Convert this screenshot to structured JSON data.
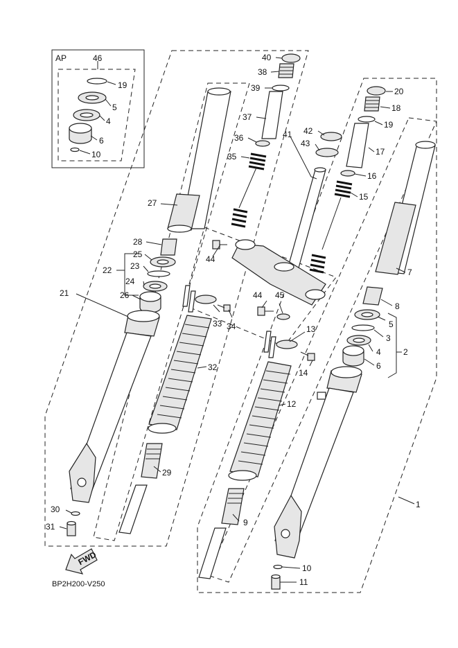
{
  "diagram_code": "BP2H200-V250",
  "kit_box": {
    "label": "AP",
    "group_number": "46"
  },
  "fwd_label": "FWD",
  "callouts": [
    {
      "id": "c40",
      "text": "40"
    },
    {
      "id": "c38",
      "text": "38"
    },
    {
      "id": "c39",
      "text": "39"
    },
    {
      "id": "c37",
      "text": "37"
    },
    {
      "id": "c36",
      "text": "36"
    },
    {
      "id": "c35",
      "text": "35"
    },
    {
      "id": "c41",
      "text": "41"
    },
    {
      "id": "c42",
      "text": "42"
    },
    {
      "id": "c43",
      "text": "43"
    },
    {
      "id": "c20",
      "text": "20"
    },
    {
      "id": "c18",
      "text": "18"
    },
    {
      "id": "c19",
      "text": "19"
    },
    {
      "id": "c17",
      "text": "17"
    },
    {
      "id": "c16",
      "text": "16"
    },
    {
      "id": "c15",
      "text": "15"
    },
    {
      "id": "c27",
      "text": "27"
    },
    {
      "id": "c28",
      "text": "28"
    },
    {
      "id": "c25",
      "text": "25"
    },
    {
      "id": "c23",
      "text": "23"
    },
    {
      "id": "c22",
      "text": "22"
    },
    {
      "id": "c24",
      "text": "24"
    },
    {
      "id": "c26",
      "text": "26"
    },
    {
      "id": "c21",
      "text": "21"
    },
    {
      "id": "c44a",
      "text": "44"
    },
    {
      "id": "c44b",
      "text": "44"
    },
    {
      "id": "c45",
      "text": "45"
    },
    {
      "id": "c33",
      "text": "33"
    },
    {
      "id": "c34",
      "text": "34"
    },
    {
      "id": "c32",
      "text": "32"
    },
    {
      "id": "c13",
      "text": "13"
    },
    {
      "id": "c14",
      "text": "14"
    },
    {
      "id": "c12",
      "text": "12"
    },
    {
      "id": "c7",
      "text": "7"
    },
    {
      "id": "c8",
      "text": "8"
    },
    {
      "id": "c5",
      "text": "5"
    },
    {
      "id": "c3",
      "text": "3"
    },
    {
      "id": "c4",
      "text": "4"
    },
    {
      "id": "c2",
      "text": "2"
    },
    {
      "id": "c6",
      "text": "6"
    },
    {
      "id": "c29",
      "text": "29"
    },
    {
      "id": "c30",
      "text": "30"
    },
    {
      "id": "c31",
      "text": "31"
    },
    {
      "id": "c9",
      "text": "9"
    },
    {
      "id": "c1",
      "text": "1"
    },
    {
      "id": "c10",
      "text": "10"
    },
    {
      "id": "c11",
      "text": "11"
    },
    {
      "id": "ap19",
      "text": "19"
    },
    {
      "id": "ap5",
      "text": "5"
    },
    {
      "id": "ap4",
      "text": "4"
    },
    {
      "id": "ap6",
      "text": "6"
    },
    {
      "id": "ap10",
      "text": "10"
    }
  ]
}
